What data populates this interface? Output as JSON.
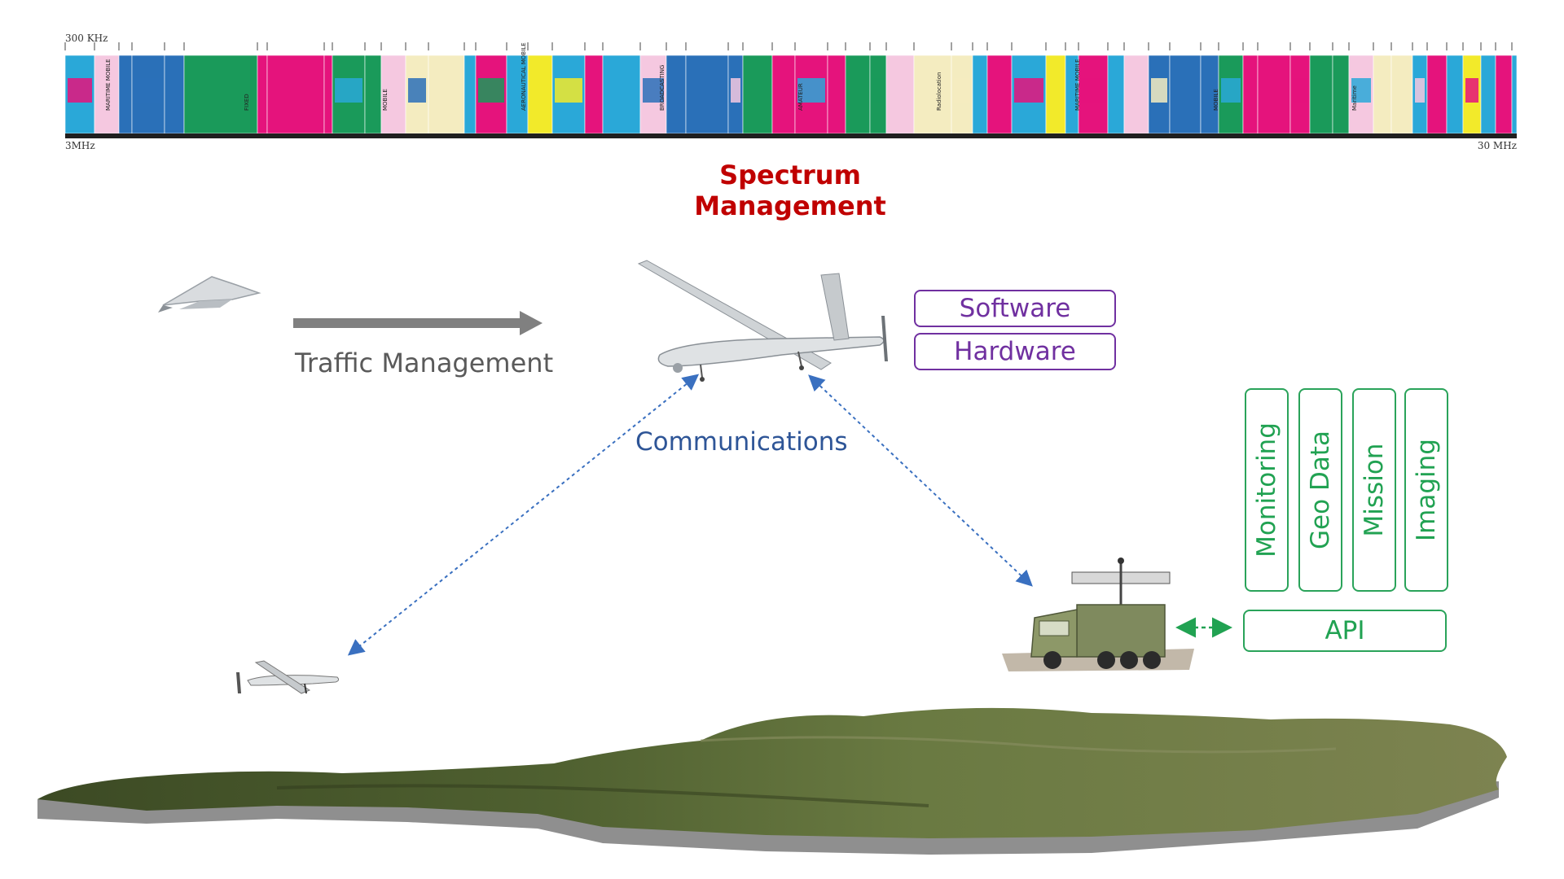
{
  "spectrum": {
    "title": "Spectrum Management",
    "start_label": "3MHz",
    "end_label": "30 MHz",
    "top_left_label": "300 KHz",
    "band_labels": [
      "MARITIME MOBILE",
      "FIXED",
      "MOBILE",
      "AERONAUTICAL MOBILE",
      "BROADCASTING",
      "AMATEUR",
      "Radiolocation",
      "MARITIME MOBILE",
      "MOBILE",
      "Maritime"
    ],
    "colors": {
      "magenta": "#e5137c",
      "cyan": "#2aa8d8",
      "blue": "#2a70b8",
      "green": "#1a9a5a",
      "cream": "#f4ecc0",
      "pink": "#f5c8e0",
      "yellow": "#f2ea2a"
    }
  },
  "traffic": {
    "label": "Traffic Management"
  },
  "communications": {
    "label": "Communications"
  },
  "platform": {
    "software": "Software",
    "hardware": "Hardware"
  },
  "services": {
    "monitoring": "Monitoring",
    "geo_data": "Geo Data",
    "mission": "Mission",
    "imaging": "Imaging",
    "api": "API"
  },
  "colors": {
    "spectrum_title": "#c00000",
    "traffic_arrow": "#808080",
    "comms": "#2e5597",
    "platform": "#7030a0",
    "services": "#21a252",
    "link_lines": "#3a70c0"
  },
  "icons": [
    "small-drone-icon",
    "reaper-drone-icon",
    "distant-drone-icon",
    "radar-truck-icon",
    "terrain-map-icon"
  ]
}
